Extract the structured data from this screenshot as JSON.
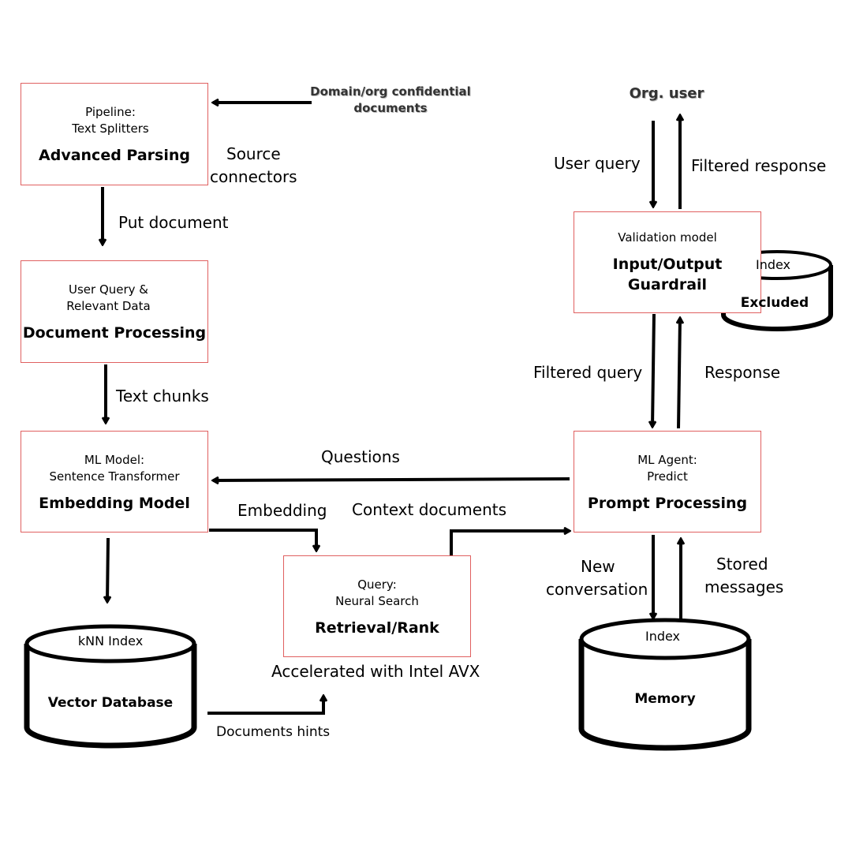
{
  "boxes": {
    "advanced_parsing": {
      "sub1": "Pipeline:",
      "sub2": "Text Splitters",
      "title": "Advanced Parsing"
    },
    "document_processing": {
      "sub1": "User Query &",
      "sub2": "Relevant Data",
      "title": "Document Processing"
    },
    "embedding_model": {
      "sub1": "ML Model:",
      "sub2": "Sentence Transformer",
      "title": "Embedding Model"
    },
    "retrieval_rank": {
      "sub1": "Query:",
      "sub2": "Neural Search",
      "title": "Retrieval/Rank"
    },
    "guardrail": {
      "sub1": "Validation model",
      "title1": "Input/Output",
      "title2": "Guardrail"
    },
    "prompt_processing": {
      "sub1": "ML Agent:",
      "sub2": "Predict",
      "title": "Prompt Processing"
    }
  },
  "cylinders": {
    "vector_db": {
      "top": "kNN Index",
      "title": "Vector Database"
    },
    "memory": {
      "top": "Index",
      "title": "Memory"
    },
    "excluded": {
      "top": "Index",
      "title": "Excluded"
    }
  },
  "labels": {
    "domain_docs_1": "Domain/org confidential",
    "domain_docs_2": "documents",
    "source_connectors_1": "Source",
    "source_connectors_2": "connectors",
    "put_document": "Put document",
    "text_chunks": "Text chunks",
    "questions": "Questions",
    "embedding": "Embedding",
    "context_documents": "Context documents",
    "accelerated": "Accelerated with Intel AVX",
    "documents_hints": "Documents hints",
    "org_user": "Org. user",
    "user_query": "User query",
    "filtered_response": "Filtered response",
    "filtered_query": "Filtered query",
    "response": "Response",
    "new_conversation_1": "New",
    "new_conversation_2": "conversation",
    "stored_messages_1": "Stored",
    "stored_messages_2": "messages"
  }
}
